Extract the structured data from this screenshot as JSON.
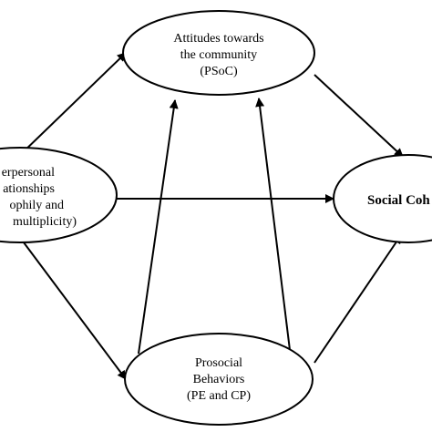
{
  "nodes": {
    "interpersonal": {
      "lines": [
        "erpersonal",
        "ationships",
        "ophily and",
        "multiplicity)"
      ]
    },
    "attitudes": {
      "lines": [
        "Attitudes towards",
        "the community",
        "(PSoC)"
      ]
    },
    "prosocial": {
      "lines": [
        "Prosocial",
        "Behaviors",
        "(PE and CP)"
      ]
    },
    "cohesion": {
      "lines": [
        "Social Coh"
      ]
    }
  },
  "colors": {
    "stroke": "#000000",
    "fill": "#ffffff"
  }
}
